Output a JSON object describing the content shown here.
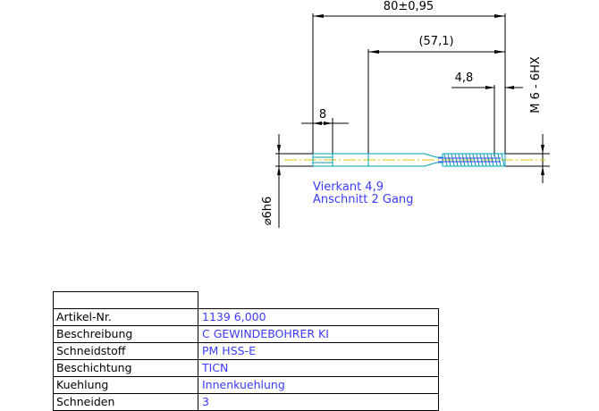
{
  "colors": {
    "line": "#000000",
    "accent_blue": "#3b3bff",
    "part_cyan": "#00a0b4",
    "axis_yellow": "#e0c000"
  },
  "dimensions": {
    "overall_length": "80±0,95",
    "shank_length": "(57,1)",
    "square_length": "8",
    "chamfer_length": "4,8",
    "thread_spec": "M 6 - 6HX",
    "shank_diameter": "⌀6h6"
  },
  "notes": [
    "Vierkant 4,9",
    "Anschnitt 2 Gang"
  ],
  "table": {
    "rows": [
      {
        "label": "Artikel-Nr.",
        "value": "1139 6,000"
      },
      {
        "label": "Beschreibung",
        "value": "C GEWINDEBOHRER KI"
      },
      {
        "label": "Schneidstoff",
        "value": "PM HSS-E"
      },
      {
        "label": "Beschichtung",
        "value": "TICN"
      },
      {
        "label": "Kuehlung",
        "value": "Innenkuehlung"
      },
      {
        "label": "Schneiden",
        "value": "3"
      }
    ]
  }
}
